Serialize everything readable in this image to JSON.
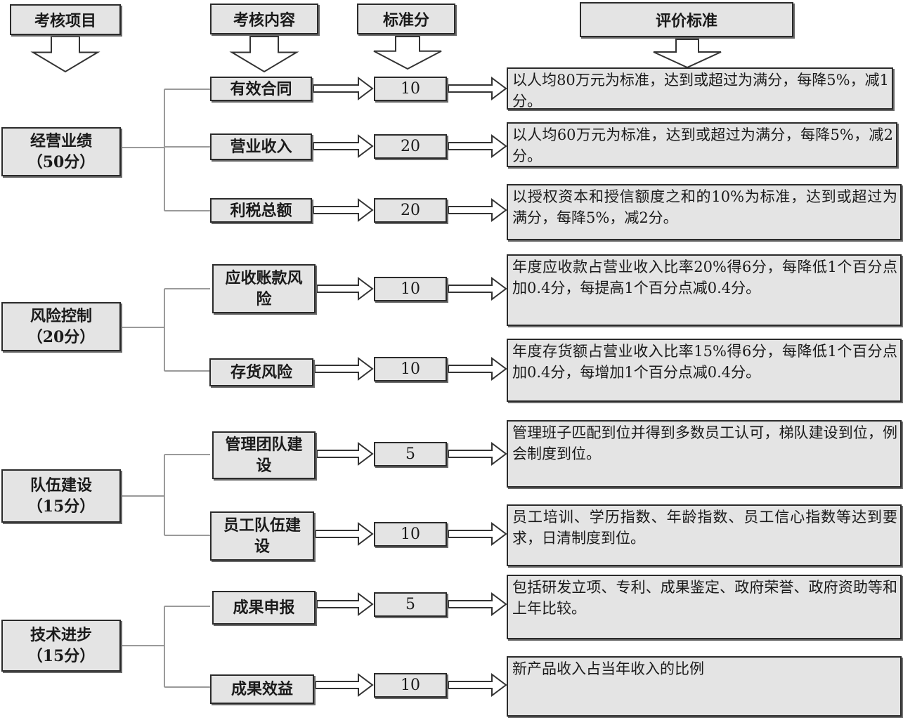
{
  "headers": {
    "project": "考核项目",
    "content": "考核内容",
    "score": "标准分",
    "criteria": "评价标准"
  },
  "categories": [
    {
      "name": "经营业绩",
      "points": "（50分）"
    },
    {
      "name": "风险控制",
      "points": "（20分）"
    },
    {
      "name": "队伍建设",
      "points": "（15分）"
    },
    {
      "name": "技术进步",
      "points": "（15分）"
    }
  ],
  "items": [
    {
      "label": "有效合同",
      "score": "10",
      "criteria": "以人均80万元为标准，达到或超过为满分，每降5%，减1分。"
    },
    {
      "label": "营业收入",
      "score": "20",
      "criteria": "以人均60万元为标准，达到或超过为满分，每降5%，减2分。"
    },
    {
      "label": "利税总额",
      "score": "20",
      "criteria": "以授权资本和授信额度之和的10%为标准，达到或超过为满分，每降5%，减2分。"
    },
    {
      "label": "应收账款风险",
      "score": "10",
      "criteria": "年度应收款占营业收入比率20%得6分，每降低1个百分点加0.4分，每提高1个百分点减0.4分。"
    },
    {
      "label": "存货风险",
      "score": "10",
      "criteria": "年度存货额占营业收入比率15%得6分，每降低1个百分点加0.4分，每增加1个百分点减0.4分。"
    },
    {
      "label": "管理团队建设",
      "score": "5",
      "criteria": "管理班子匹配到位并得到多数员工认可，梯队建设到位，例会制度到位。"
    },
    {
      "label": "员工队伍建设",
      "score": "10",
      "criteria": "员工培训、学历指数、年龄指数、员工信心指数等达到要求，日清制度到位。"
    },
    {
      "label": "成果申报",
      "score": "5",
      "criteria": "包括研发立项、专利、成果鉴定、政府荣誉、政府资助等和上年比较。"
    },
    {
      "label": "成果效益",
      "score": "10",
      "criteria": "新产品收入占当年收入的比例"
    }
  ]
}
